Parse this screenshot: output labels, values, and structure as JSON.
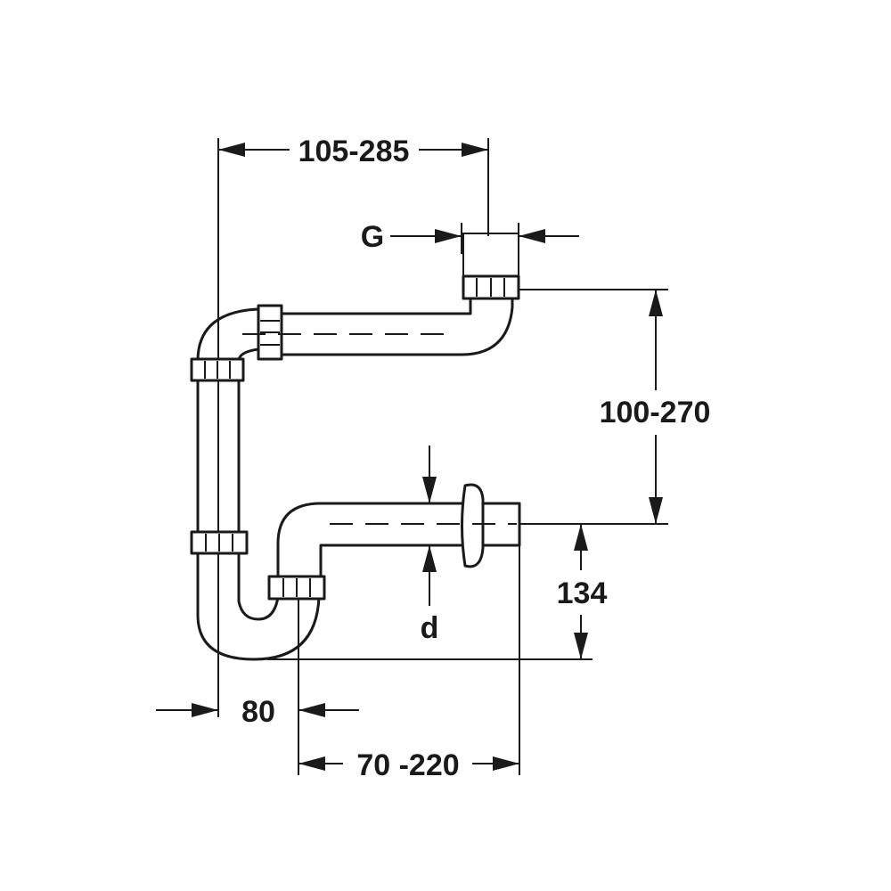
{
  "dimensions": {
    "top_width": "105-285",
    "g": "G",
    "height_range": "100-270",
    "outlet_height": "134",
    "d": "d",
    "trap_offset": "80",
    "outlet_length": "70 -220"
  },
  "colors": {
    "line": "#1a1a1a",
    "background": "#ffffff"
  }
}
